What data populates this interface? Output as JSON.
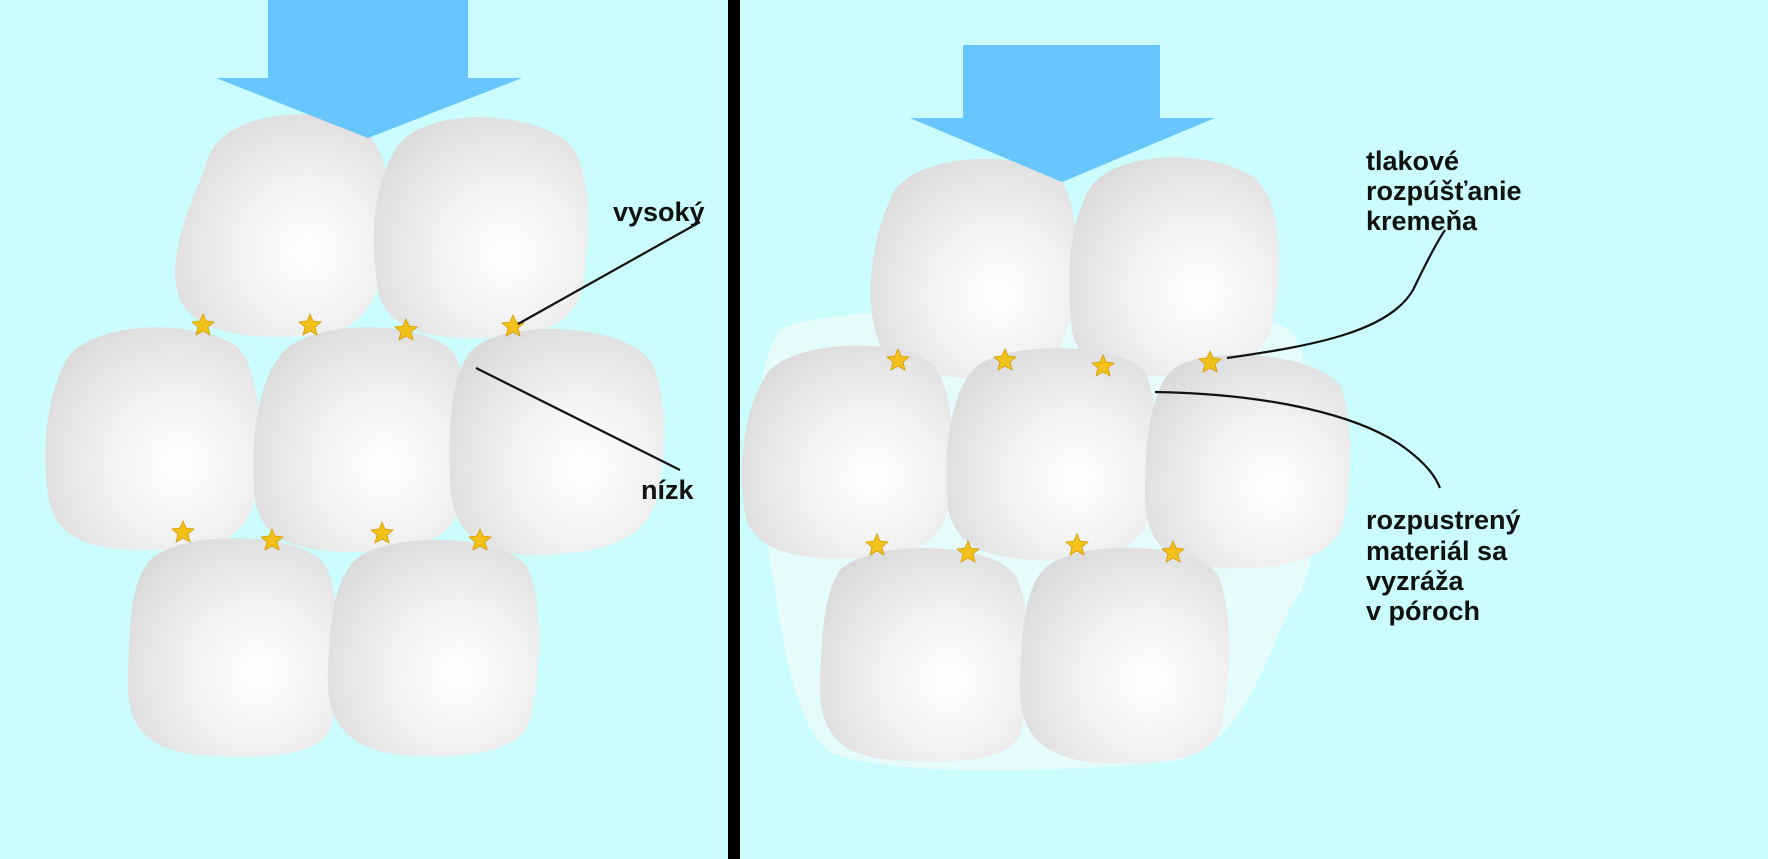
{
  "panels": [
    {
      "id": "left",
      "labels": [
        {
          "text": "vysoký"
        },
        {
          "text": "nízk"
        }
      ]
    },
    {
      "id": "right",
      "labels": [
        {
          "lines": [
            "tlakové",
            "rozpúšťanie",
            "kremeňa"
          ]
        },
        {
          "lines": [
            "rozpustrený",
            "materiál sa",
            "vyzráža",
            "v póroch"
          ]
        }
      ]
    }
  ],
  "colors": {
    "background": "#ccfdfe",
    "frame": "#000000",
    "arrow": "#66c6fd",
    "grain": "#e8e8e8",
    "contact_star": "#f2c21a",
    "label_text": "#111111"
  },
  "icons": {
    "compression_arrow": "down-arrow-icon",
    "contact_point": "star-icon"
  }
}
